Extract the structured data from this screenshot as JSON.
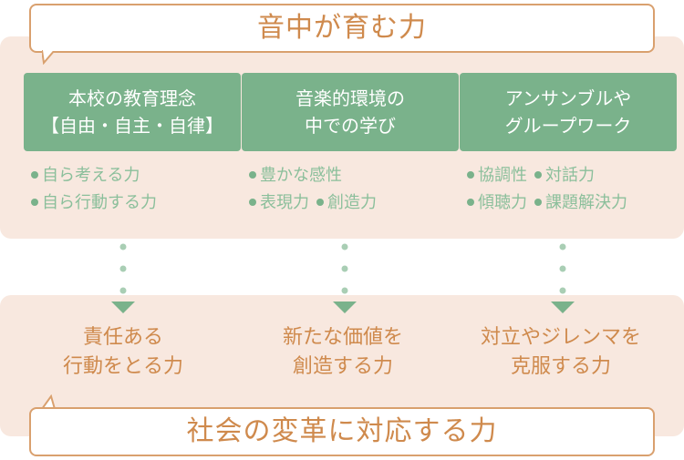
{
  "top_callout": {
    "text": "音中が育む力"
  },
  "bottom_callout": {
    "text": "社会の変革に対応する力"
  },
  "columns": [
    {
      "box_lines": [
        "本校の教育理念",
        "【自由・自主・自律】"
      ],
      "bullets": [
        [
          "自ら考える力"
        ],
        [
          "自ら行動する力"
        ]
      ],
      "outcome_lines": [
        "責任ある",
        "行動をとる力"
      ]
    },
    {
      "box_lines": [
        "音楽的環境の",
        "中での学び"
      ],
      "bullets": [
        [
          "豊かな感性"
        ],
        [
          "表現力",
          "創造力"
        ]
      ],
      "outcome_lines": [
        "新たな価値を",
        "創造する力"
      ]
    },
    {
      "box_lines": [
        "アンサンブルや",
        "グループワーク"
      ],
      "bullets": [
        [
          "協調性",
          "対話力"
        ],
        [
          "傾聴力",
          "課題解決力"
        ]
      ],
      "outcome_lines": [
        "対立やジレンマを",
        "克服する力"
      ]
    }
  ],
  "colors": {
    "panel": "#f8e8df",
    "callout_border": "#d9a06e",
    "callout_text": "#cf8a4d",
    "box": "#7ab28b",
    "bullet_text": "#8bbf9b"
  }
}
